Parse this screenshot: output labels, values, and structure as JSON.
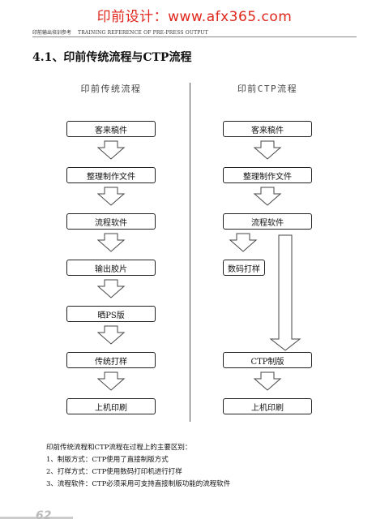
{
  "watermark": "印前设计：www.afx365.com",
  "header": {
    "cn": "印前输出培训参考",
    "en": "TRAINING REFERENCE OF PRE-PRESS OUTPUT"
  },
  "section_title": "4.1、印前传统流程与CTP流程",
  "left": {
    "heading": "印前传统流程",
    "steps": [
      "客来稿件",
      "整理制作文件",
      "流程软件",
      "输出胶片",
      "晒PS版",
      "传统打样",
      "上机印刷"
    ]
  },
  "right": {
    "heading": "印前CTP流程",
    "steps": [
      "客来稿件",
      "整理制作文件",
      "流程软件"
    ],
    "proof_step": "数码打样",
    "plate_step": "CTP制版",
    "final_step": "上机印刷"
  },
  "notes": {
    "intro": "印前传统流程和CTP流程在过程上的主要区别：",
    "items": [
      "1、制版方式：CTP使用了直接制版方式",
      "2、打样方式：CTP使用数码打印机进行打样",
      "3、流程软件：CTP必须采用可支持直接制版功能的流程软件"
    ]
  },
  "page_number": "62"
}
